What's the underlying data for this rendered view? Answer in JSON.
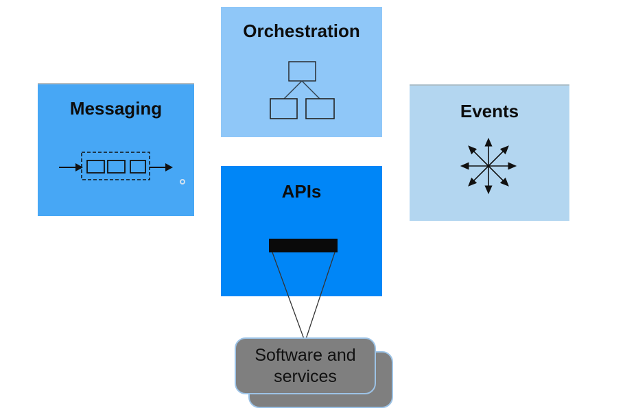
{
  "cards": [
    {
      "id": "messaging",
      "label": "Messaging",
      "bg": "#47A7F5"
    },
    {
      "id": "orchestration",
      "label": "Orchestration",
      "bg": "#8FC7F8"
    },
    {
      "id": "apis",
      "label": "APIs",
      "bg": "#0086F7"
    },
    {
      "id": "events",
      "label": "Events",
      "bg": "#B3D6F0"
    }
  ],
  "callout": {
    "label": "Software and services",
    "bg": "#7F7F7F",
    "border": "#9DC3E6"
  },
  "icons": [
    {
      "name": "message-queue-icon",
      "card": "messaging"
    },
    {
      "name": "tree-hierarchy-icon",
      "card": "orchestration"
    },
    {
      "name": "api-funnel-icon",
      "card": "apis"
    },
    {
      "name": "radiating-arrows-icon",
      "card": "events"
    }
  ],
  "colors": {
    "title_text": "#0d0d0d",
    "icon_stroke": "#111111",
    "api_bar": "#0a0a0a"
  }
}
